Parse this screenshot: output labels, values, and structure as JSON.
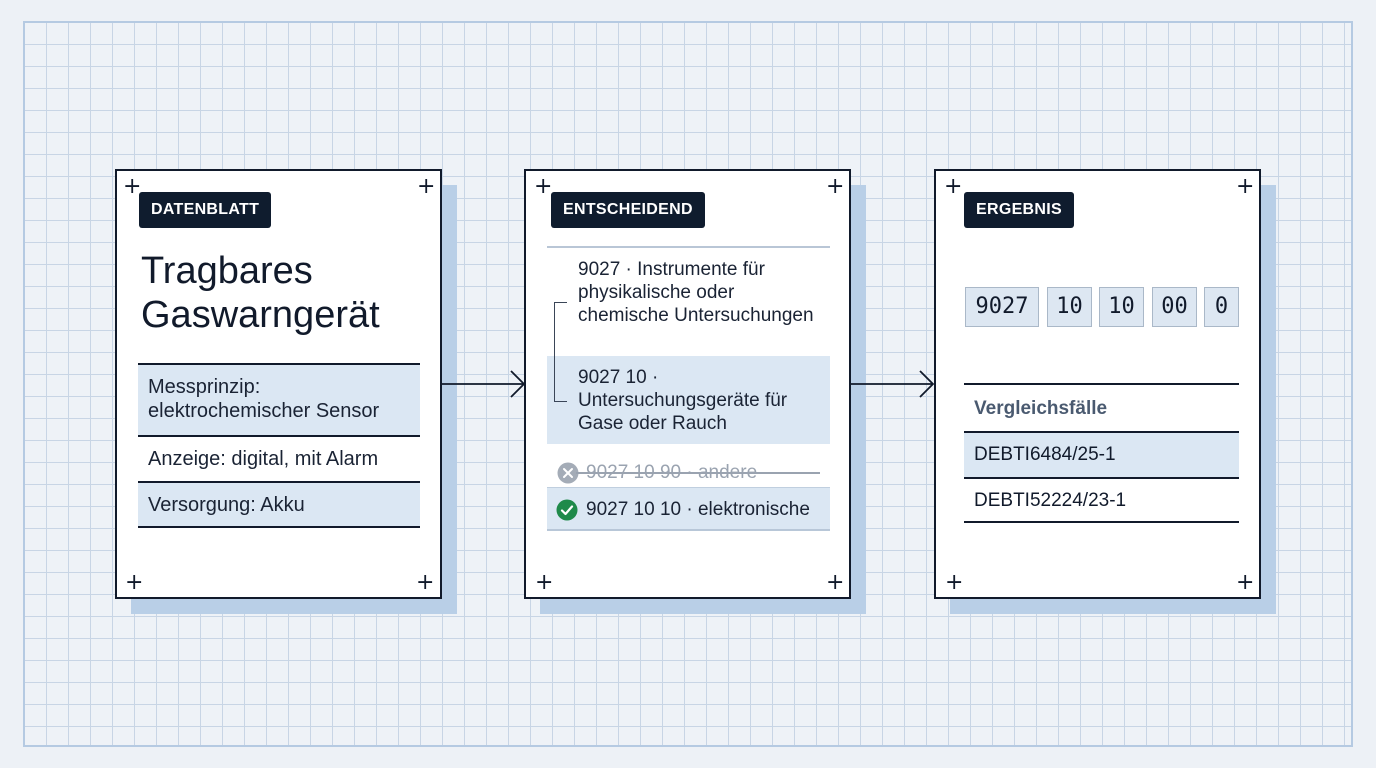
{
  "cards": {
    "datasheet": {
      "tag": "DATENBLATT",
      "title": "Tragbares Gaswarngerät",
      "properties": [
        "Messprinzip: elektrochemischer Sensor",
        "Anzeige: digital, mit Alarm",
        "Versorgung: Akku"
      ]
    },
    "decisive": {
      "tag": "ENTSCHEIDEND",
      "hierarchy": [
        "9027 · Instrumente für physikalische oder chemische Untersuchungen",
        "9027 10 · Untersuchungsgeräte für Gase oder Rauch"
      ],
      "excluded": "9027 10 90 · andere",
      "selected": "9027 10 10 · elektronische"
    },
    "result": {
      "tag": "ERGEBNIS",
      "code_segments": [
        "9027",
        "10",
        "10",
        "00",
        "0"
      ],
      "references_heading": "Vergleichsfälle",
      "references": [
        "DEBTI6484/25-1",
        "DEBTI52224/23-1"
      ]
    }
  },
  "colors": {
    "ink": "#111a2b",
    "tag_background": "#0f1c2e",
    "highlight": "#dbe7f3",
    "shadow": "#b9cfe7",
    "success": "#1f8a4a",
    "excluded": "#9aa3b0"
  },
  "icons": {
    "excluded": "x-circle-icon",
    "selected": "check-circle-icon",
    "flow": "arrow-right-icon",
    "corner": "crosshair-plus-icon"
  }
}
